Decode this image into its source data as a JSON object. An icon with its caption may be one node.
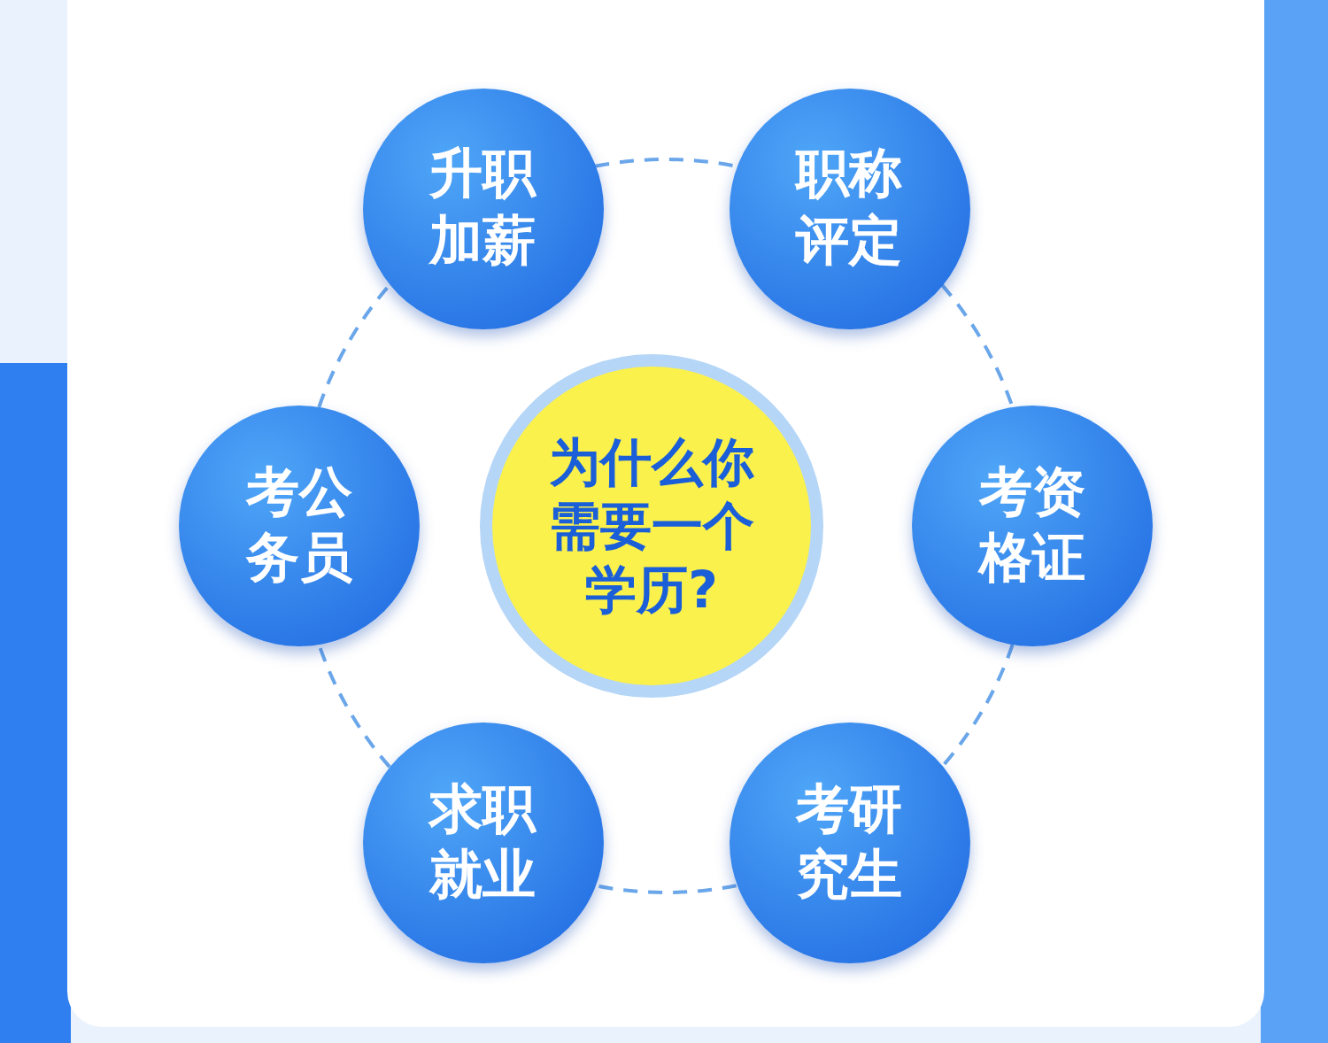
{
  "diagram": {
    "nodes": [
      {
        "text": [
          "为什么你需要一个学历?"
        ]
      },
      {
        "text": [
          "升职加薪"
        ]
      },
      {
        "text": [
          "职称评定"
        ]
      },
      {
        "text": [
          "考公务员"
        ]
      },
      {
        "text": [
          "考资格证"
        ]
      },
      {
        "text": [
          "求职就业"
        ]
      },
      {
        "text": [
          "考研究生"
        ]
      }
    ],
    "edges": [
      {
        "from": 1,
        "to": 2,
        "arrow": "none",
        "style": "dashed"
      },
      {
        "from": 2,
        "to": 4,
        "arrow": "none",
        "style": "dashed"
      },
      {
        "from": 4,
        "to": 6,
        "arrow": "none",
        "style": "dashed"
      },
      {
        "from": 6,
        "to": 5,
        "arrow": "none",
        "style": "dashed"
      },
      {
        "from": 5,
        "to": 3,
        "arrow": "none",
        "style": "dashed"
      },
      {
        "from": 3,
        "to": 1,
        "arrow": "none",
        "style": "dashed"
      }
    ]
  }
}
